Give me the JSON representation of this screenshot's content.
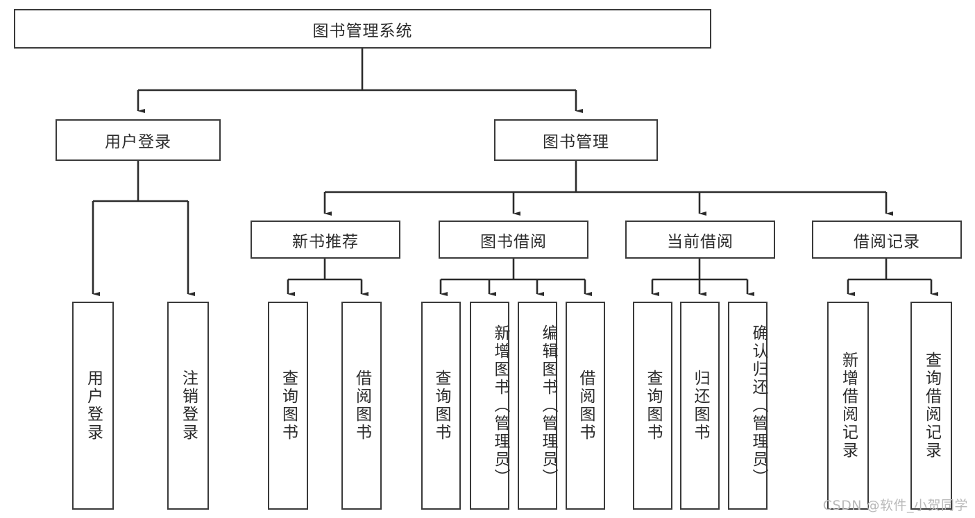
{
  "diagram": {
    "title": "图书管理系统",
    "type": "tree-hierarchy-diagram",
    "watermark": "CSDN @软件_小贺同学",
    "colors": {
      "box_border": "#3a3a3a",
      "box_fill": "#ffffff",
      "connector": "#2b2b2b",
      "text": "#2b2b2b",
      "watermark": "#b9b9b9",
      "background": "#ffffff"
    },
    "root": {
      "label": "图书管理系统"
    },
    "level2": [
      {
        "label": "用户登录"
      },
      {
        "label": "图书管理"
      }
    ],
    "level3": [
      {
        "label": "新书推荐"
      },
      {
        "label": "图书借阅"
      },
      {
        "label": "当前借阅"
      },
      {
        "label": "借阅记录"
      }
    ],
    "leaves": {
      "user_login": [
        {
          "label": "用户登录"
        },
        {
          "label": "注销登录"
        }
      ],
      "new_book_recommend": [
        {
          "label": "查询图书"
        },
        {
          "label": "借阅图书"
        }
      ],
      "book_borrow": [
        {
          "label": "查询图书"
        },
        {
          "label": "新增图书（管理员）"
        },
        {
          "label": "编辑图书（管理员）"
        },
        {
          "label": "借阅图书"
        }
      ],
      "current_borrow": [
        {
          "label": "查询图书"
        },
        {
          "label": "归还图书"
        },
        {
          "label": "确认归还（管理员）"
        }
      ],
      "borrow_record": [
        {
          "label": "新增借阅记录"
        },
        {
          "label": "查询借阅记录"
        }
      ]
    }
  }
}
